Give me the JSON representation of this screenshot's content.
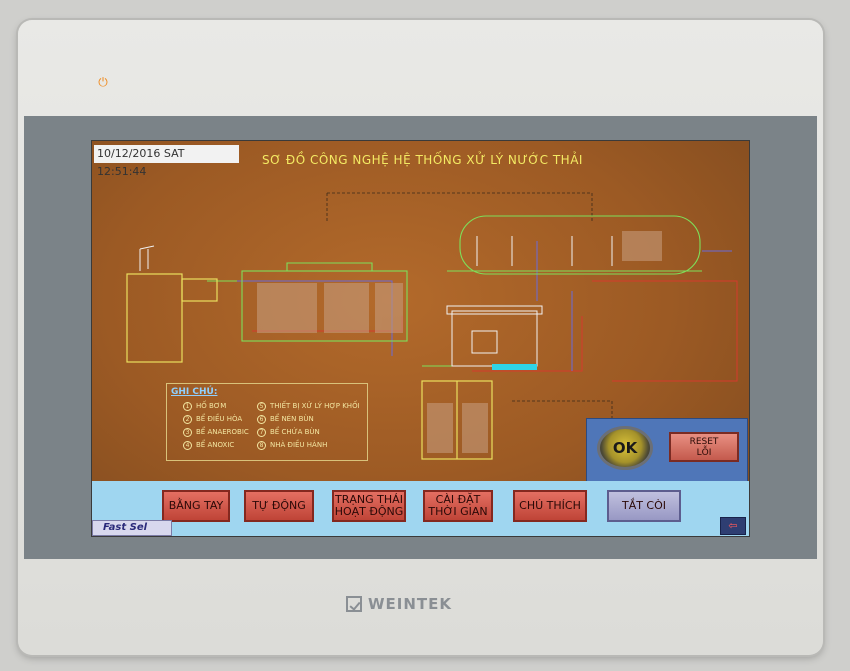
{
  "device": {
    "brand": "WEINTEK",
    "power_icon": "power-icon"
  },
  "screen": {
    "date": "10/12/2016 SAT",
    "time": "12:51:44",
    "title": "SƠ ĐỒ CÔNG NGHỆ HỆ THỐNG XỬ LÝ NƯỚC THẢI"
  },
  "legend": {
    "title": "GHI CHÚ:",
    "items": [
      {
        "num": "1",
        "label": "HỐ BƠM"
      },
      {
        "num": "2",
        "label": "BỂ ĐIỀU HÒA"
      },
      {
        "num": "3",
        "label": "BỂ ANAEROBIC"
      },
      {
        "num": "4",
        "label": "BỂ ANOXIC"
      },
      {
        "num": "5",
        "label": "THIẾT BỊ XỬ LÝ HỢP KHỐI"
      },
      {
        "num": "6",
        "label": "BỂ NÉN BÙN"
      },
      {
        "num": "7",
        "label": "BỂ CHỨA BÙN"
      },
      {
        "num": "8",
        "label": "NHÀ ĐIỀU HÀNH"
      }
    ]
  },
  "controls": {
    "ok_label": "OK",
    "reset_line1": "RESET",
    "reset_line2": "LỖI"
  },
  "nav": {
    "bang_tay": "BẰNG TAY",
    "tu_dong": "TỰ ĐỘNG",
    "trang_thai_line1": "TRẠNG THÁI",
    "trang_thai_line2": "HOẠT ĐỘNG",
    "cai_dat_line1": "CÀI ĐẶT",
    "cai_dat_line2": "THỜI GIAN",
    "chu_thich": "CHÚ THÍCH",
    "tat_coi": "TẮT CÒI",
    "fast_sel": "Fast Sel",
    "back_icon": "back-arrow-icon"
  },
  "colors": {
    "screen_bg": "#a5612a",
    "title": "#f4ea63",
    "nav_button": "#d65a4d",
    "nav_bar": "#9fd6f0",
    "panel": "#4f76b8"
  }
}
